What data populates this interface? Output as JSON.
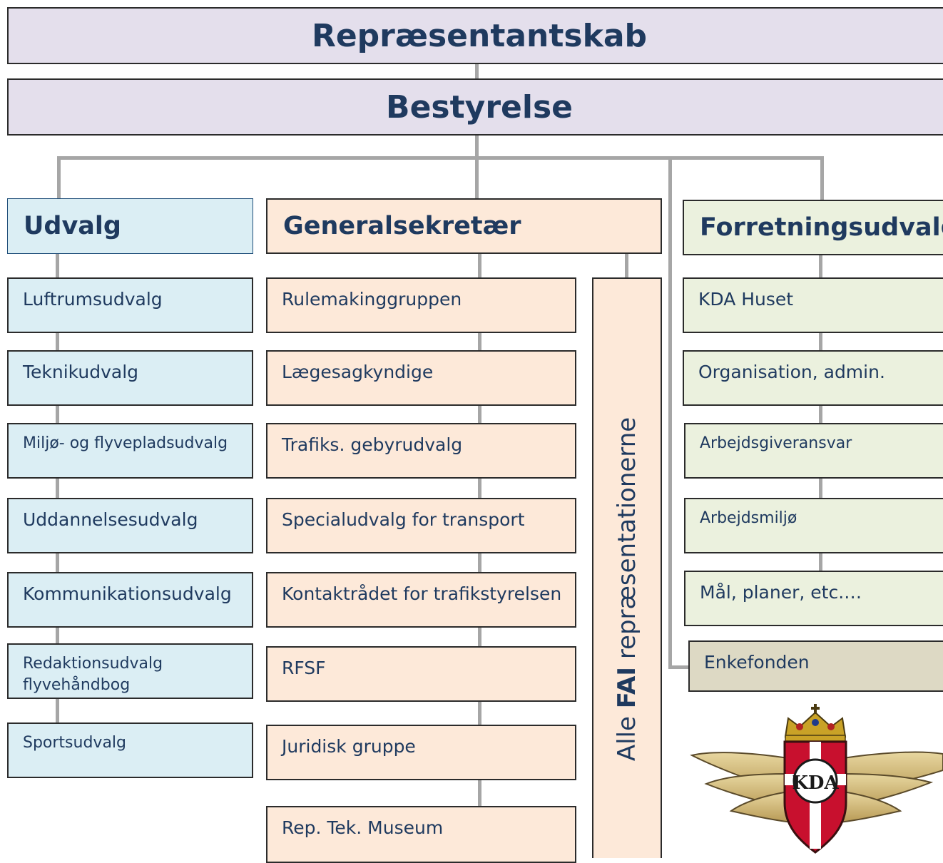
{
  "top": {
    "title": "Repræsentantskab"
  },
  "board": {
    "title": "Bestyrelse"
  },
  "udvalg": {
    "header": "Udvalg",
    "items": [
      "Luftrumsudvalg",
      "Teknikudvalg",
      "Miljø- og flyvepladsudvalg",
      "Uddannelsesudvalg",
      "Kommunikationsudvalg",
      "Redaktionsudvalg flyvehåndbog",
      "Sportsudvalg"
    ]
  },
  "generalsekretaer": {
    "header": "Generalsekretær",
    "items": [
      "Rulemakinggruppen",
      "Lægesagkyndige",
      "Trafiks. gebyrudvalg",
      "Specialudvalg for transport",
      "Kontaktrådet for trafikstyrelsen",
      "RFSF",
      "Juridisk gruppe",
      "Rep. Tek. Museum"
    ]
  },
  "fai": {
    "prefix": "Alle ",
    "bold": "FAI",
    "suffix": " repræsentationerne"
  },
  "forretningsudvalg": {
    "header": "Forretningsudvalg",
    "items": [
      "KDA Huset",
      "Organisation, admin.",
      "Arbejdsgiveransvar",
      "Arbejdsmiljø",
      "Mål, planer, etc.…"
    ]
  },
  "enkefonden": {
    "label": "Enkefonden"
  },
  "logo": {
    "text": "KDA"
  },
  "colors": {
    "top_fill": "#e4dfec",
    "udvalg_fill": "#dbeef4",
    "generalsekretaer_fill": "#fde9d9",
    "forretningsudvalg_fill": "#ebf1de",
    "enkefonden_fill": "#ddd9c4",
    "connector": "#a6a6a6",
    "text": "#1f3a5f"
  }
}
